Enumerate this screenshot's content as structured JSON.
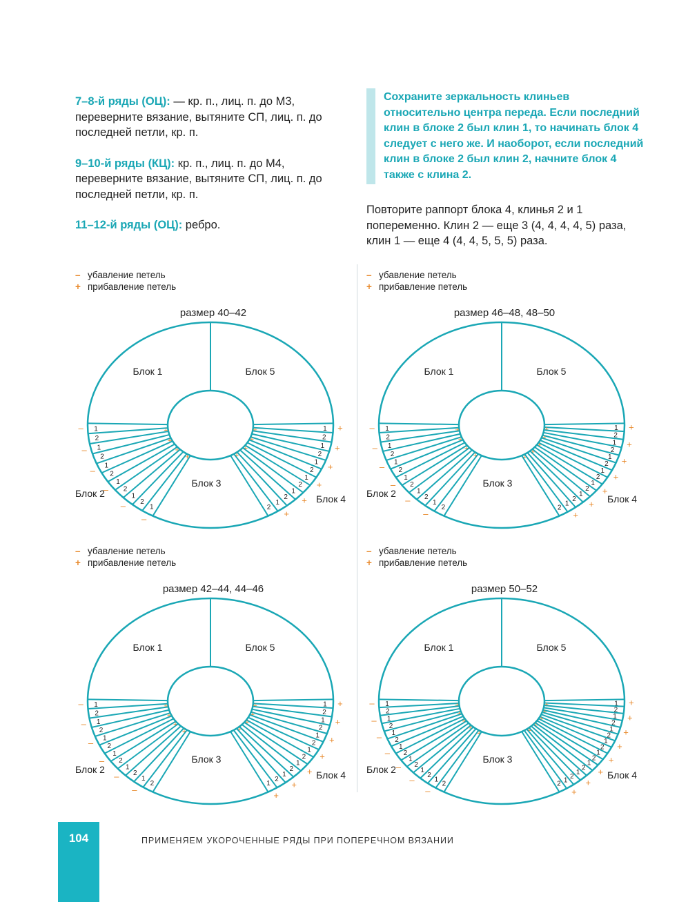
{
  "left_column": {
    "p1": {
      "label": "7–8-й ряды (ОЦ):",
      "text": " — кр. п., лиц. п. до М3, переверните вязание, вытяните СП, лиц. п. до последней петли, кр. п."
    },
    "p2": {
      "label": "9–10-й ряды (КЦ):",
      "text": " кр. п., лиц. п. до М4, переверните вязание, вытяните СП, лиц. п. до последней петли, кр. п."
    },
    "p3": {
      "label": "11–12-й ряды (ОЦ):",
      "text": " ребро."
    }
  },
  "right_column": {
    "callout": "Сохраните зеркальность клиньев относительно центра переда. Если последний клин в блоке 2 был клин 1, то начинать блок 4 следует с него же. И наоборот, если последний клин в блоке 2 был клин 2, начните блок 4 также с клина 2.",
    "repeat_text": "Повторите раппорт блока 4, клинья 2 и 1 попеременно. Клин 2 — еще 3 (4, 4, 4, 4, 5) раза, клин 1 — еще 4 (4, 4, 5, 5, 5) раза."
  },
  "legend": {
    "minus_symbol": "–",
    "minus_label": "убавление петель",
    "plus_symbol": "+",
    "plus_label": "прибавление петель"
  },
  "block_labels": {
    "b1": "Блок 1",
    "b5": "Блок 5",
    "b3": "Блок 3",
    "b2": "Блок 2",
    "b4": "Блок 4"
  },
  "diagrams": [
    {
      "title": "размер 40–42",
      "wedges2": 11,
      "wedges4": 12
    },
    {
      "title": "размер 46–48, 48–50",
      "wedges2": 12,
      "wedges4": 14
    },
    {
      "title": "размер 42–44, 44–46",
      "wedges2": 12,
      "wedges4": 13
    },
    {
      "title": "размер 50–52",
      "wedges2": 14,
      "wedges4": 16
    }
  ],
  "colors": {
    "accent": "#1aa7b5",
    "line": "#1aa7b5",
    "marker": "#e8892b"
  },
  "page_number": "104",
  "footer_text": "ПРИМЕНЯЕМ УКОРОЧЕННЫЕ РЯДЫ ПРИ ПОПЕРЕЧНОМ ВЯЗАНИИ"
}
